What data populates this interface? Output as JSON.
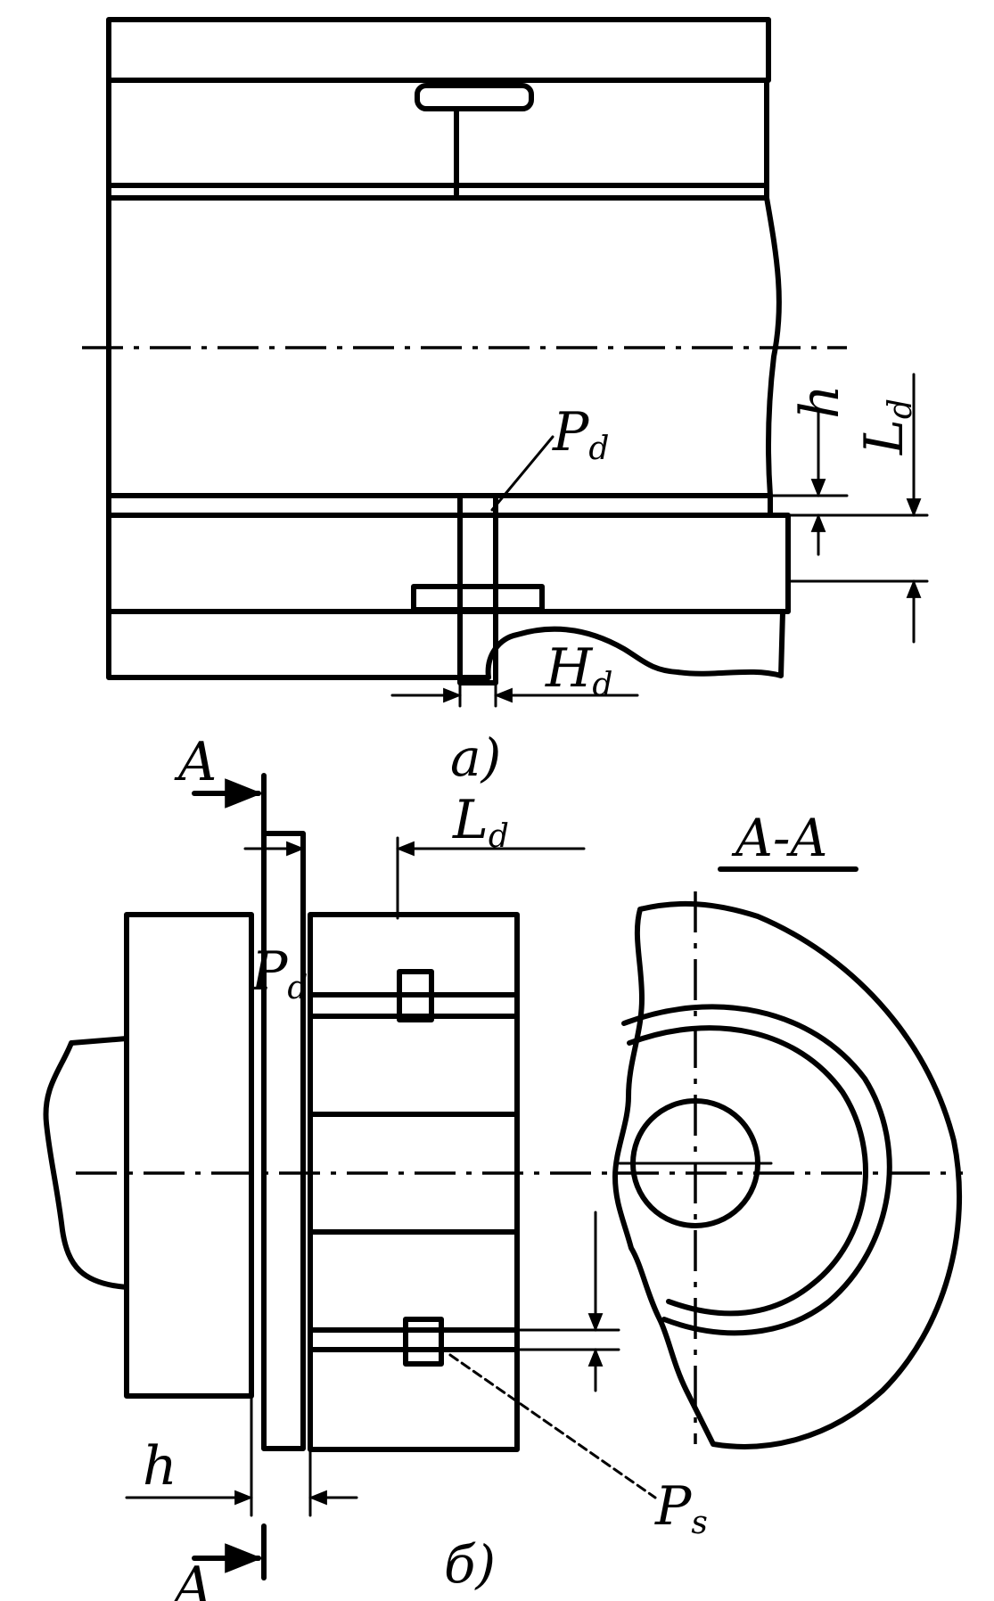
{
  "labels": {
    "a_pd_main": "P",
    "a_pd_sub": "d",
    "a_h": "h",
    "a_ld_main": "L",
    "a_ld_sub": "d",
    "a_hd_main": "H",
    "a_hd_sub": "d",
    "caption_a": "a)",
    "b_sec_a_top": "A",
    "b_sec_a_bottom": "A",
    "b_ld_main": "L",
    "b_ld_sub": "d",
    "b_pd_main": "P",
    "b_pd_sub": "d",
    "b_section_title": "A-A",
    "b_h": "h",
    "b_ps_main": "P",
    "b_ps_sub": "s",
    "caption_b": "б)"
  }
}
